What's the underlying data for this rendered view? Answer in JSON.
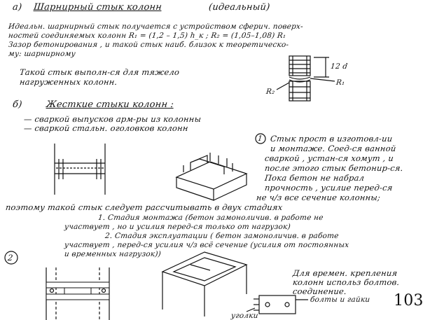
{
  "section_a": {
    "label": "а)",
    "title": "Шарнирный стык колонн",
    "qualifier": "(идеальный)"
  },
  "para_a": [
    "Идеальн. шарнирный стык получается с устройством сферич. поверх-",
    "ностей соединяемых колонн     R₁ = (1,2 – 1,5) h_к ;  R₂ = (1,05–1,08) R₁",
    "Зазор бетонирования , и такой стык наиб. близок к теоретическо-",
    "му: шарнирному"
  ],
  "heavy_note": [
    "Такой стык выполн-ся для тяжело",
    "нагруженных колонн."
  ],
  "figure_a": {
    "dim_label": "12 d",
    "r1_label": "R₁",
    "r2_label": "R₂"
  },
  "section_b": {
    "label": "б)",
    "title": "Жесткие стыки колонн :"
  },
  "rigid_items": [
    "— сваркой выпусков    арм-ры   из колонны",
    "— сваркой стальн. оголовков  колонн"
  ],
  "note_1": {
    "marker": "1",
    "lines": [
      "Стык прост в изготовл-ии",
      "и монтаже. Соед-ся ванной",
      "сваркой , устан-ся хомут , и",
      "после этого стык бетонир-ся.",
      "Пока бетон не набрал",
      "прочность , усилие перед-ся",
      "не ч/з все сечение колонны;"
    ]
  },
  "stages": [
    "поэтому такой стык следует рассчитывать в двух стадиях",
    "1. Стадия монтажа (бетон замоноличив. в работе не",
    "участвует , но и усилия перед-ся только от нагрузок)",
    "2. Стадия эксплуатации ( бетон замоноличив. в работе",
    "участвует , перед-ся усилия ч/з всё сечение (усилия от постоянных",
    "и временных нагрузок))"
  ],
  "note_2": {
    "marker": "2",
    "lines": [
      "Для времен. крепления",
      "колонн использ болтов.",
      "соединение."
    ]
  },
  "labels": {
    "bolts": "болты и гайки",
    "angles": "уголки"
  },
  "page_number": "103"
}
